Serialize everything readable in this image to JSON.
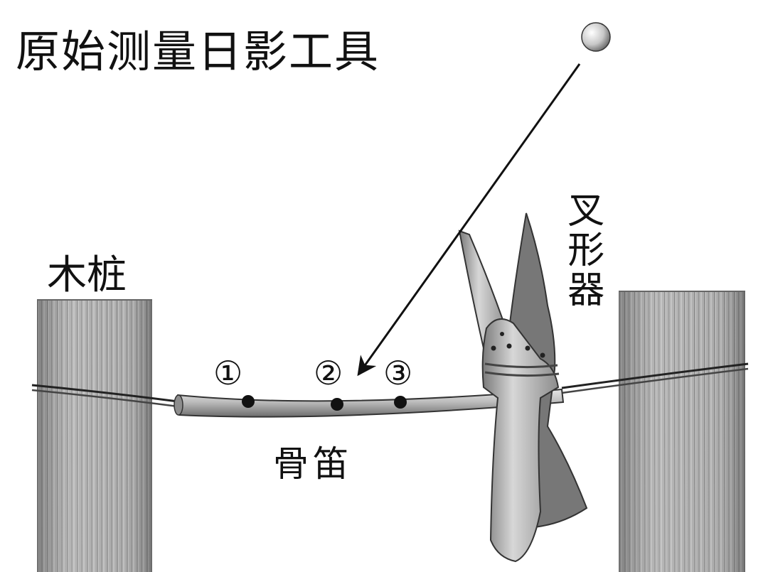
{
  "title": "原始测量日影工具",
  "labels": {
    "post": "木桩",
    "fork": "叉形器",
    "flute": "骨笛"
  },
  "markers": [
    "①",
    "②",
    "③"
  ]
}
